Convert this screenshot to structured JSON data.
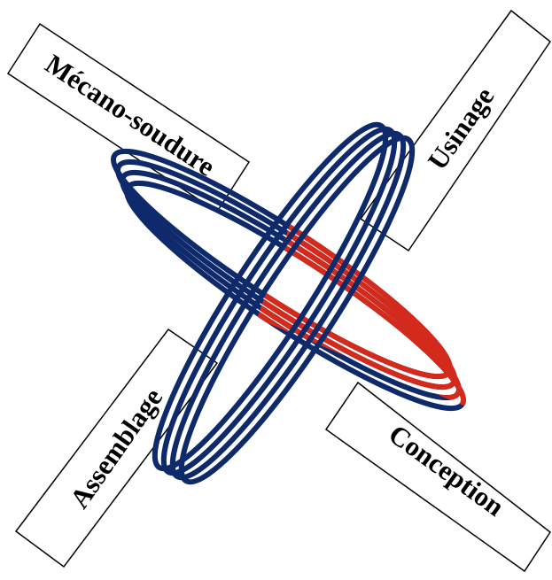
{
  "labels": {
    "top_left": "Mécano-soudure",
    "top_right": "Usinage",
    "bottom_left": "Assemblage",
    "bottom_right": "Conception"
  },
  "colors": {
    "blue": "#0e2a6b",
    "red": "#d42a1c",
    "border": "#000000",
    "background": "#ffffff"
  }
}
